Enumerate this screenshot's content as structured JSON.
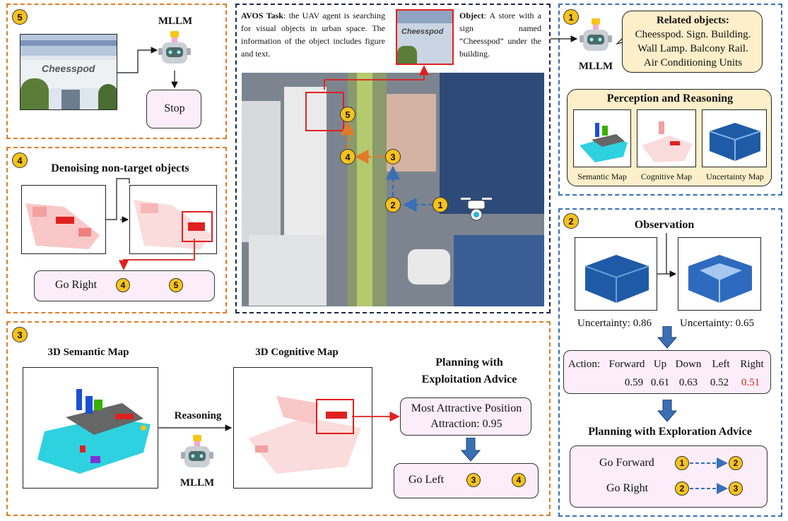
{
  "colors": {
    "orange": "#e07b2a",
    "blue": "#3a6fb5",
    "navy": "#1e2a44",
    "badge": "#f7c21b",
    "pink": "#fbeefa",
    "cream": "#fcefc9",
    "red": "#e02020"
  },
  "panel5": {
    "badge": "5",
    "mllm": "MLLM",
    "store_sign": "Cheesspod",
    "stop": "Stop"
  },
  "panel4": {
    "badge": "4",
    "title": "Denoising non-target objects",
    "action": "Go Right",
    "from": "4",
    "to": "5"
  },
  "panel3": {
    "badge": "3",
    "semantic_title": "3D Semantic Map",
    "cognitive_title": "3D Cognitive Map",
    "reasoning": "Reasoning",
    "mllm": "MLLM",
    "planning_line1": "Planning with",
    "planning_line2": "Exploitation Advice",
    "attract_line1": "Most Attractive Position",
    "attract_line2": "Attraction: 0.95",
    "action": "Go Left",
    "from": "3",
    "to": "4"
  },
  "center": {
    "task_bold": "AVOS Task",
    "task_text": ": the UAV agent is searching for visual objects in urban space. The information of the object includes figure and text.",
    "object_bold": "Object",
    "object_text": ": A store with a sign named “Cheesspod” under the building.",
    "sign": "Cheesspod",
    "route_nodes": [
      "1",
      "2",
      "3",
      "4",
      "5"
    ]
  },
  "panel1": {
    "badge": "1",
    "mllm": "MLLM",
    "related_title": "Related objects:",
    "related_line1": "Cheesspod. Sign. Building.",
    "related_line2": "Wall Lamp. Balcony Rail.",
    "related_line3": "Air Conditioning Units",
    "perception_title": "Perception and Reasoning",
    "maps": [
      "Semantic Map",
      "Cognitive Map",
      "Uncertainty Map"
    ]
  },
  "panel2": {
    "badge": "2",
    "observation": "Observation",
    "unc_left": "Uncertainty: 0.86",
    "unc_right": "Uncertainty: 0.65",
    "action_label": "Action:",
    "actions": [
      "Forward",
      "Up",
      "Down",
      "Left",
      "Right"
    ],
    "values": [
      "0.59",
      "0.61",
      "0.63",
      "0.52",
      "0.51"
    ],
    "planning_title": "Planning with Exploration Advice",
    "plan1": "Go Forward",
    "plan1_from": "1",
    "plan1_to": "2",
    "plan2": "Go Right",
    "plan2_from": "2",
    "plan2_to": "3"
  }
}
